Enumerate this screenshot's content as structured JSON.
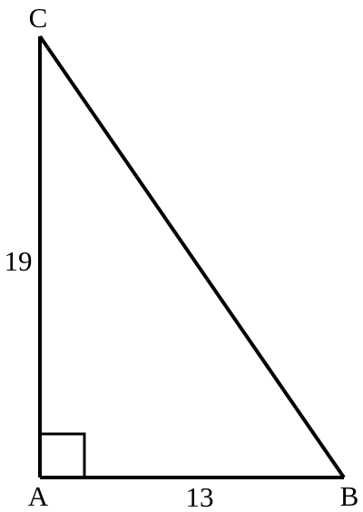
{
  "triangle": {
    "vertices": {
      "A": "A",
      "B": "B",
      "C": "C"
    },
    "side_labels": {
      "AC": "19",
      "AB": "13"
    },
    "right_angle_at": "A"
  }
}
